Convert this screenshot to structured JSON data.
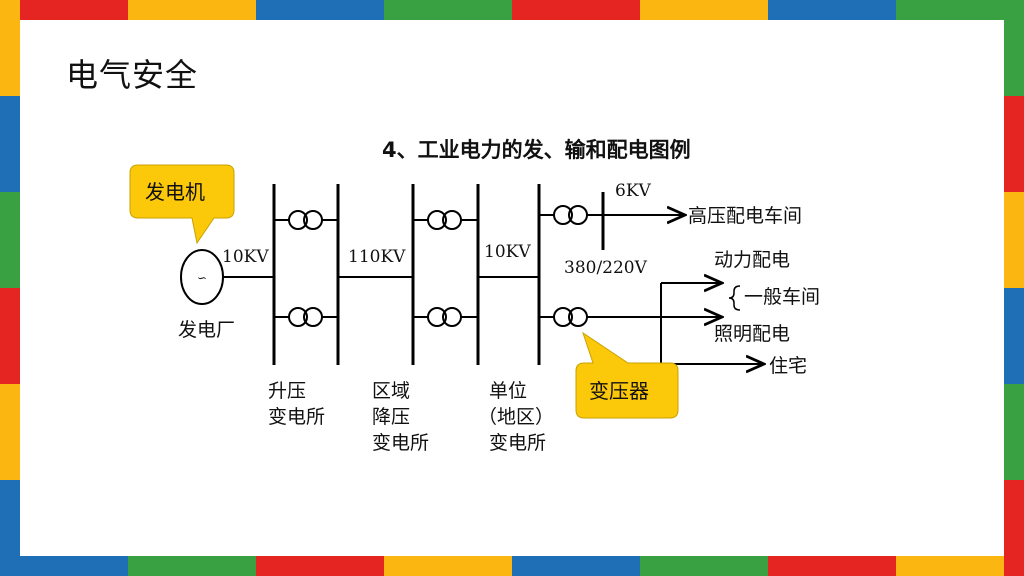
{
  "page_title": "电气安全",
  "diagram_title": "4、工业电力的发、输和配电图例",
  "colors": {
    "frame": [
      "#e52521",
      "#fbb612",
      "#1f6fb7",
      "#3aa142"
    ],
    "callout": "#fcc80a",
    "line": "#000000"
  },
  "callouts": {
    "generator": "发电机",
    "transformer": "变压器"
  },
  "generator": {
    "symbol": "∽",
    "plant_label": "发电厂"
  },
  "voltages": {
    "gen": "10KV",
    "transmission": "110KV",
    "regional": "10KV",
    "high_tap": "6KV",
    "low": "380/220V"
  },
  "stations": {
    "step_up": [
      "升压",
      "变电所"
    ],
    "regional": [
      "区域",
      "降压",
      "变电所"
    ],
    "unit": [
      "单位",
      "（地区）",
      "变电所"
    ]
  },
  "loads": {
    "hv_workshop": "高压配电车间",
    "power_dist": "动力配电",
    "general_workshop": "一般车间",
    "lighting_dist": "照明配电",
    "residential": "住宅"
  }
}
